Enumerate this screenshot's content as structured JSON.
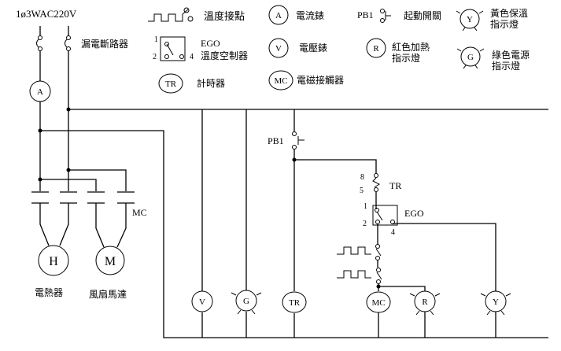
{
  "supply": {
    "label": "1ø3WAC220V",
    "breaker_label": "漏電斷路器"
  },
  "legend": {
    "temp_contact": "溫度接點",
    "ego_number_1": "1",
    "ego_number_2": "2",
    "ego_number_4": "4",
    "ego_title": "EGO",
    "ego_desc": "溫度空制器",
    "timer_symbol": "TR",
    "timer_desc": "計時器",
    "ammeter_symbol": "A",
    "ammeter_desc": "電流錶",
    "voltmeter_symbol": "V",
    "voltmeter_desc": "電壓錶",
    "contactor_symbol": "MC",
    "contactor_desc": "電磁接觸器",
    "pb_label": "PB1",
    "pb_desc": "起動開關",
    "red_symbol": "R",
    "red_desc_1": "紅色加熱",
    "red_desc_2": "指示燈",
    "yellow_symbol": "Y",
    "yellow_desc_1": "黃色保溫",
    "yellow_desc_2": "指示燈",
    "green_symbol": "G",
    "green_desc_1": "綠色電源",
    "green_desc_2": "指示燈"
  },
  "power_circuit": {
    "ammeter": "A",
    "contactor_label": "MC",
    "heater_symbol": "H",
    "heater_label": "電熱器",
    "motor_symbol": "M",
    "motor_label": "風扇馬達"
  },
  "control_circuit": {
    "pb_label": "PB1",
    "tr_pin_8": "8",
    "tr_pin_5": "5",
    "tr_label": "TR",
    "ego_pin_1": "1",
    "ego_pin_2": "2",
    "ego_pin_4": "4",
    "ego_label": "EGO",
    "lamp_v": "V",
    "lamp_g": "G",
    "lamp_tr": "TR",
    "lamp_mc": "MC",
    "lamp_r": "R",
    "lamp_y": "Y"
  }
}
